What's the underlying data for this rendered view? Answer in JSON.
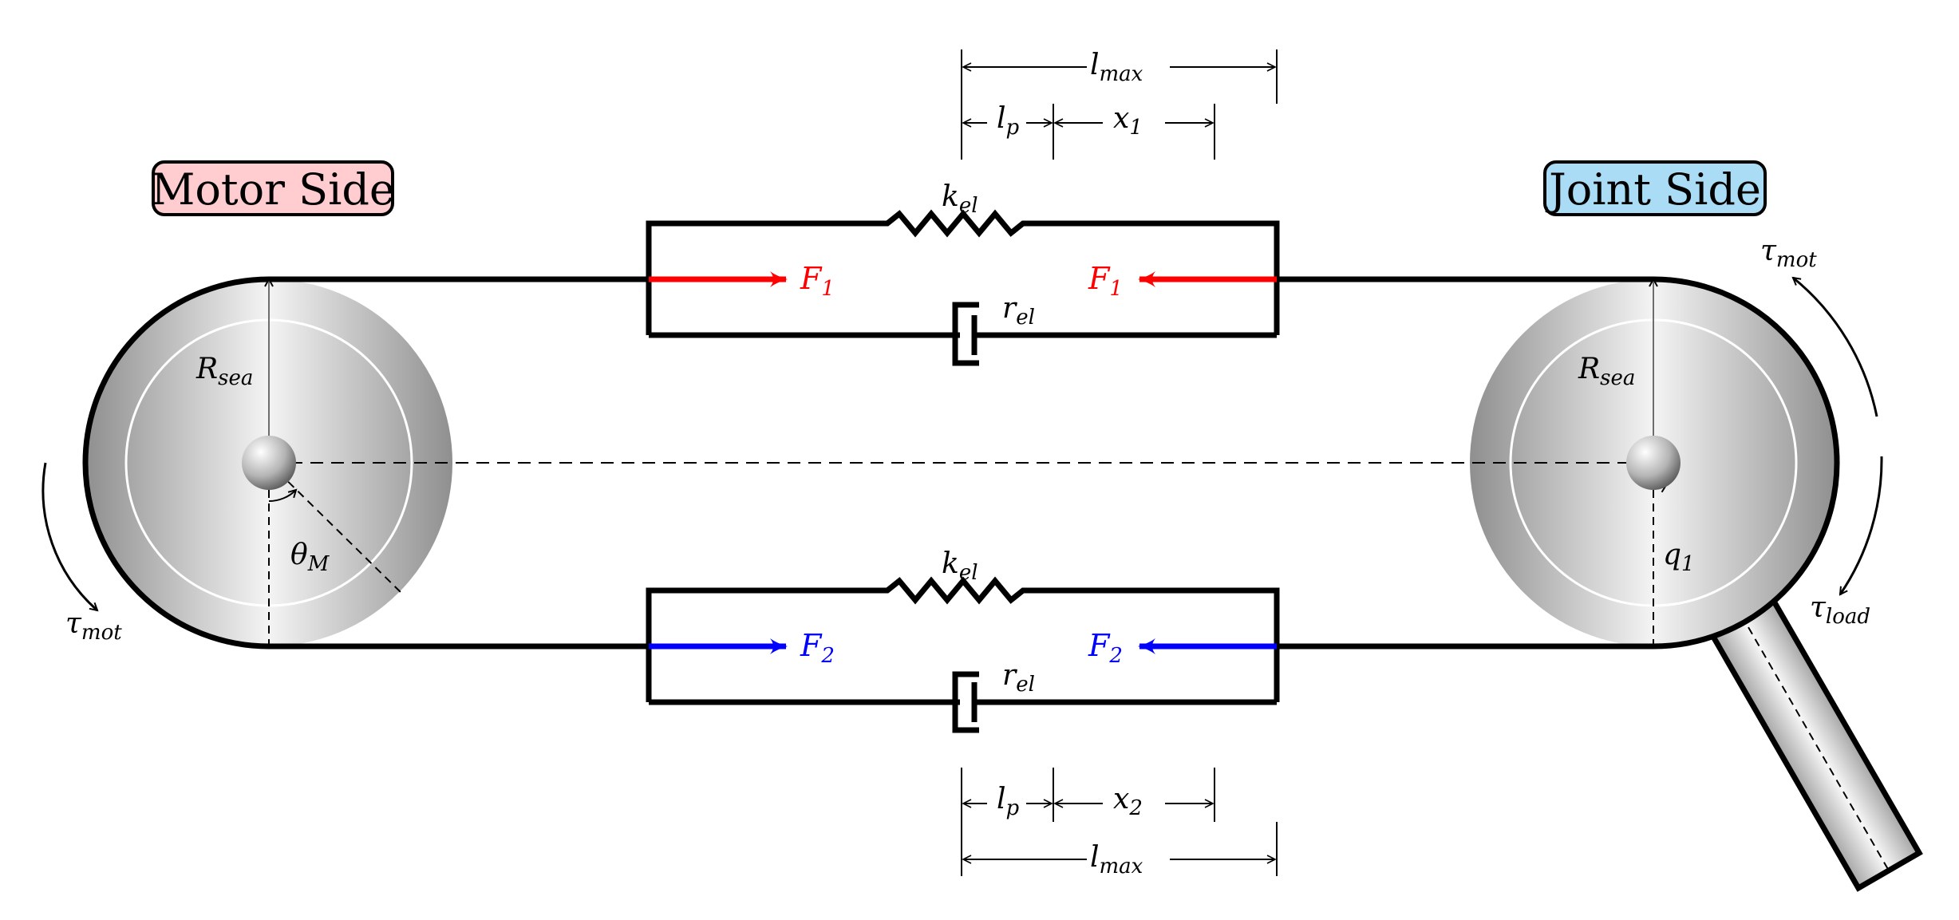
{
  "labels": {
    "motor_side": "Motor Side",
    "joint_side": "Joint Side",
    "spring": {
      "main": "k",
      "sub": "el"
    },
    "damper": {
      "main": "r",
      "sub": "el"
    },
    "force_top": {
      "main": "F",
      "sub": "1"
    },
    "force_bottom": {
      "main": "F",
      "sub": "2"
    },
    "radius": {
      "main": "R",
      "sub": "sea"
    },
    "theta": {
      "main": "θ",
      "sub": "M"
    },
    "q": {
      "main": "q",
      "sub": "1"
    },
    "tau_mot": {
      "main": "τ",
      "sub": "mot"
    },
    "tau_load": {
      "main": "τ",
      "sub": "load"
    },
    "l_max": {
      "main": "l",
      "sub": "max"
    },
    "l_p": {
      "main": "l",
      "sub": "p"
    },
    "x_top": {
      "main": "x",
      "sub": "1"
    },
    "x_bottom": {
      "main": "x",
      "sub": "2"
    }
  },
  "colors": {
    "motor_badge": "#ffccd0",
    "joint_badge": "#aadcf6",
    "force_top": "#ff0000",
    "force_bottom": "#0000ff"
  }
}
